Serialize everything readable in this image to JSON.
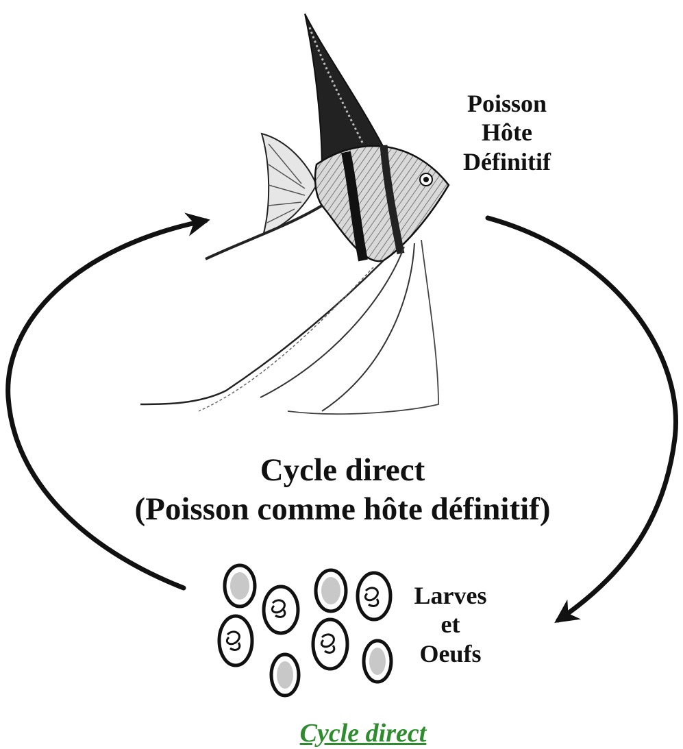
{
  "host_label": {
    "line1": "Poisson",
    "line2": "Hôte",
    "line3": "Définitif"
  },
  "larvae_label": {
    "line1": "Larves",
    "line2": "et",
    "line3": "Oeufs"
  },
  "center_title": {
    "line1": "Cycle direct",
    "line2": "(Poisson comme hôte définitif)"
  },
  "caption": "Cycle direct",
  "colors": {
    "ink": "#111111",
    "caption": "#2e8b2e",
    "egg_fill": "#c8c8c8"
  },
  "icons": [
    "angelfish-illustration",
    "egg-cluster",
    "cycle-arrow"
  ]
}
